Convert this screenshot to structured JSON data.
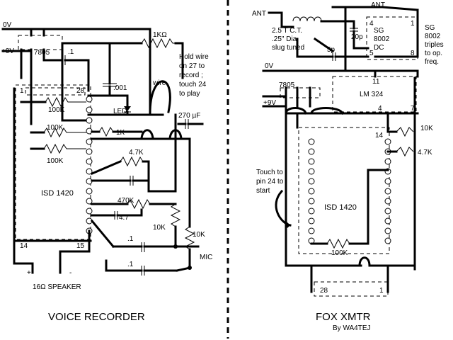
{
  "left": {
    "rail": "0V",
    "supply": "+9V",
    "regulator": "7805",
    "cap_top": ".1",
    "cap_mid": ".001",
    "res_top": "1KΩ",
    "note": [
      "Hold wire",
      "on 27 to",
      "record ;",
      "touch 24",
      "to play"
    ],
    "wire": "wire",
    "led": "LED",
    "cap_big": "270 µF",
    "pin1": "1",
    "pin28": "28",
    "pin14": "14",
    "pin15": "15",
    "r1": "100K",
    "r2": "100K",
    "r3": "100K",
    "r4": "1K",
    "r5": "4.7K",
    "r6": "470K",
    "cap_47": "4.7",
    "r7": "10K",
    "r8": "10K",
    "cap_a": ".1",
    "cap_b": ".1",
    "chip": "ISD 1420",
    "mic": "MIC",
    "spk_plus": "+",
    "spk_minus": "-",
    "speaker": "16Ω SPEAKER",
    "title": "VOICE RECORDER"
  },
  "right": {
    "ant1": "ANT",
    "ant2": "ANT",
    "coil": [
      "2.5 T C.T.",
      ".25\" Dia.",
      "slug tuned"
    ],
    "cap20": "20p",
    "cap5": "5p",
    "sg": [
      "SG",
      "8002",
      "DC"
    ],
    "sg_note": [
      "SG",
      "8002",
      "triples",
      "to op.",
      "freq."
    ],
    "p4": "4",
    "p1": "1",
    "p5": "5",
    "p8": "8",
    "rail": "0V",
    "p11": "11",
    "lm": "LM 324",
    "regulator": "7805",
    "supply": "+9V",
    "p4b": "4",
    "p7": "7",
    "p14": "14",
    "r10": "10K",
    "r47": "4.7K",
    "touch": [
      "Touch to",
      "pin 24 to",
      "start"
    ],
    "chip": "ISD 1420",
    "r100": "100K",
    "pin28": "28",
    "pin1": "1",
    "title": "FOX XMTR",
    "byline": "By WA4TEJ"
  }
}
